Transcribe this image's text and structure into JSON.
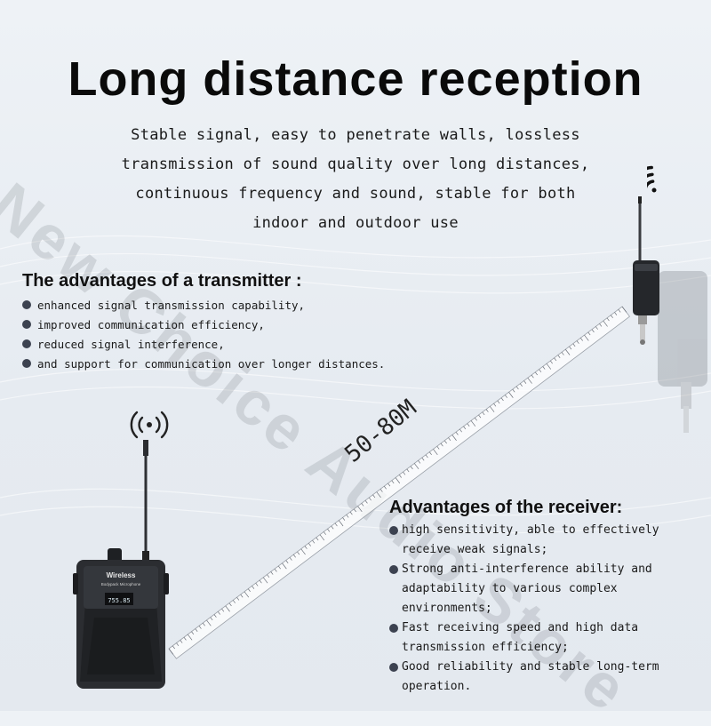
{
  "title": "Long distance reception",
  "subtitle_lines": [
    "Stable signal, easy to penetrate walls, lossless",
    "transmission of sound quality over long distances,",
    "continuous frequency and sound, stable for both",
    "indoor and outdoor use"
  ],
  "transmitter": {
    "heading": "The advantages of a transmitter :",
    "items": [
      "enhanced signal transmission capability,",
      "improved communication efficiency,",
      "reduced signal interference,",
      "and support for communication over longer distances."
    ]
  },
  "receiver": {
    "heading": "Advantages of the receiver:",
    "items": [
      "high sensitivity, able to effectively receive weak signals;",
      "Strong anti-interference ability and adaptability to various complex environments;",
      "Fast receiving speed and high data transmission efficiency;",
      "Good reliability and stable long-term operation."
    ]
  },
  "distance_label": "50-80M",
  "receiver_device": {
    "brand": "Wireless",
    "model": "Bodypack Microphone",
    "display": "755.85"
  },
  "watermark": "New Choice Audio Store",
  "icons": {
    "transmitter_signal": "wifi-signal-icon",
    "receiver_signal": "broadcast-antenna-icon"
  },
  "colors": {
    "background": "#e9eef3",
    "text": "#111111",
    "bullet": "#3c4250",
    "device": "#2b2d31"
  }
}
